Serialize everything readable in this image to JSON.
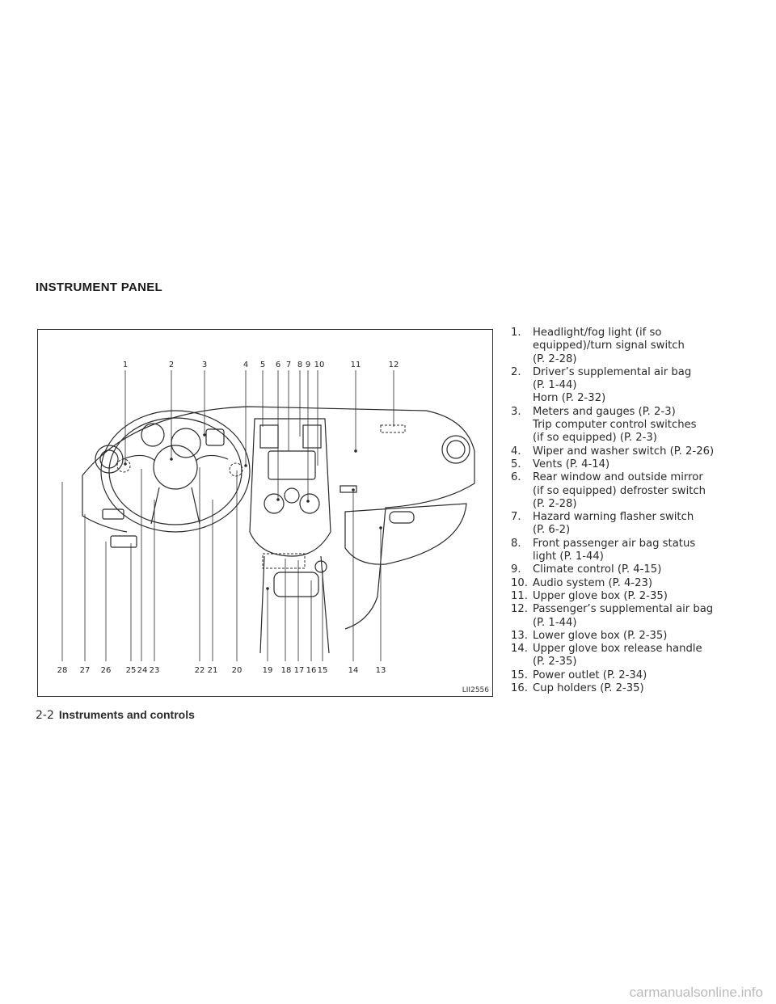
{
  "section_heading": "INSTRUMENT PANEL",
  "figure": {
    "id": "LII2556",
    "callouts_top": [
      "1",
      "2",
      "3",
      "4",
      "5",
      "6",
      "7",
      "8",
      "9",
      "10",
      "11",
      "12"
    ],
    "callouts_bottom": [
      "28",
      "27",
      "26",
      "25",
      "24",
      "23",
      "22",
      "21",
      "20",
      "19",
      "18",
      "17",
      "16",
      "15",
      "14",
      "13"
    ]
  },
  "legend": [
    {
      "num": "1.",
      "lines": [
        "Headlight/fog light (if so",
        "equipped)/turn signal switch",
        "(P. 2-28)"
      ]
    },
    {
      "num": "2.",
      "lines": [
        "Driver’s supplemental air bag",
        "(P. 1-44)",
        "Horn (P. 2-32)"
      ]
    },
    {
      "num": "3.",
      "lines": [
        "Meters and gauges (P. 2-3)",
        "Trip computer control switches",
        "(if so equipped) (P. 2-3)"
      ]
    },
    {
      "num": "4.",
      "lines": [
        "Wiper and washer switch (P. 2-26)"
      ]
    },
    {
      "num": "5.",
      "lines": [
        "Vents (P. 4-14)"
      ]
    },
    {
      "num": "6.",
      "lines": [
        "Rear window and outside mirror",
        "(if so equipped) defroster switch",
        "(P. 2-28)"
      ]
    },
    {
      "num": "7.",
      "lines": [
        "Hazard warning flasher switch",
        "(P. 6-2)"
      ]
    },
    {
      "num": "8.",
      "lines": [
        "Front passenger air bag status",
        "light (P. 1-44)"
      ]
    },
    {
      "num": "9.",
      "lines": [
        "Climate control (P. 4-15)"
      ]
    },
    {
      "num": "10.",
      "lines": [
        "Audio system (P. 4-23)"
      ]
    },
    {
      "num": "11.",
      "lines": [
        "Upper glove box (P. 2-35)"
      ]
    },
    {
      "num": "12.",
      "lines": [
        "Passenger’s supplemental air bag",
        "(P. 1-44)"
      ]
    },
    {
      "num": "13.",
      "lines": [
        "Lower glove box (P. 2-35)"
      ]
    },
    {
      "num": "14.",
      "lines": [
        "Upper glove box release handle",
        "(P. 2-35)"
      ]
    },
    {
      "num": "15.",
      "lines": [
        "Power outlet (P. 2-34)"
      ]
    },
    {
      "num": "16.",
      "lines": [
        "Cup holders (P. 2-35)"
      ]
    }
  ],
  "footer": {
    "page": "2-2",
    "section": "Instruments and controls"
  },
  "watermark": "carmanualsonline.info"
}
